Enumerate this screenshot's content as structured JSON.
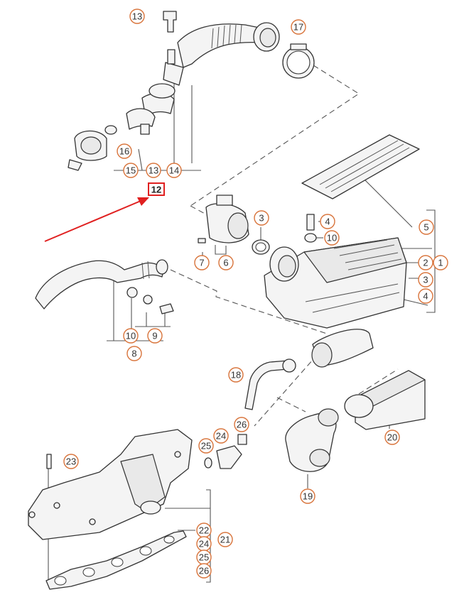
{
  "highlight": {
    "label": "12",
    "color": "#e02020"
  },
  "accent_color": "#d8733a",
  "callouts": {
    "p13a": "13",
    "p17": "17",
    "p16": "16",
    "p15": "15",
    "p13b": "13",
    "p14": "14",
    "p5": "5",
    "p4": "4",
    "p3a": "3",
    "p10a": "10",
    "p7": "7",
    "p6": "6",
    "p2": "2",
    "p1": "1",
    "p3b": "3",
    "p4b": "4",
    "p10b": "10",
    "p9": "9",
    "p8": "8",
    "p18": "18",
    "p20": "20",
    "p26a": "26",
    "p24a": "24",
    "p25a": "25",
    "p23": "23",
    "p19": "19",
    "p22": "22",
    "p21": "21",
    "p24b": "24",
    "p25b": "25",
    "p26b": "26"
  }
}
